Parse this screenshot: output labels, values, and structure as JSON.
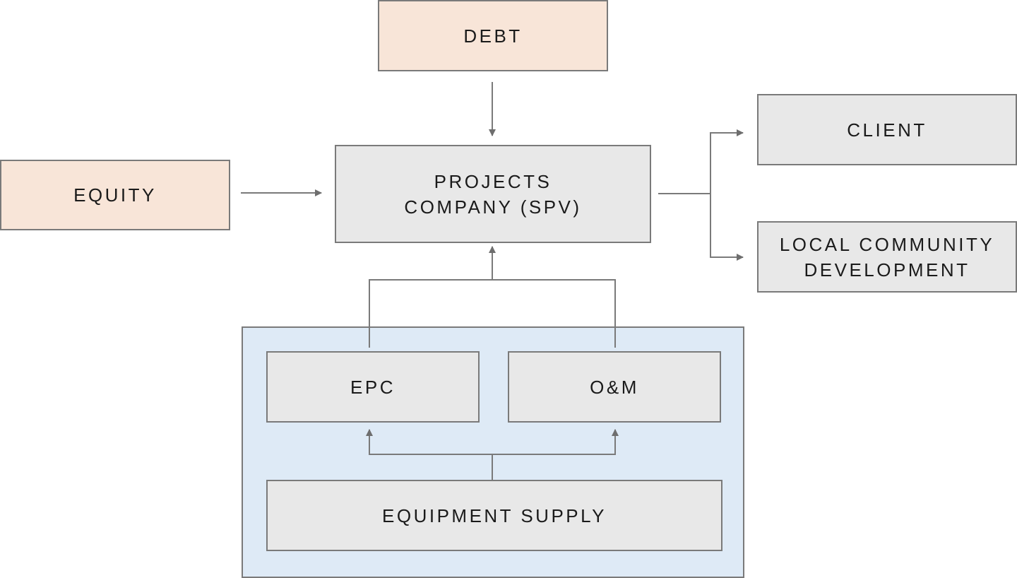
{
  "diagram": {
    "nodes": {
      "debt": {
        "label": "DEBT"
      },
      "equity": {
        "label": "EQUITY"
      },
      "spv": {
        "label": "PROJECTS\nCOMPANY (SPV)"
      },
      "client": {
        "label": "CLIENT"
      },
      "community": {
        "label": "LOCAL COMMUNITY\nDEVELOPMENT"
      },
      "epc": {
        "label": "EPC"
      },
      "om": {
        "label": "O&M"
      },
      "equipment": {
        "label": "EQUIPMENT SUPPLY"
      }
    },
    "edges": [
      {
        "from": "debt",
        "to": "spv"
      },
      {
        "from": "equity",
        "to": "spv"
      },
      {
        "from": "spv",
        "to": "client"
      },
      {
        "from": "spv",
        "to": "community"
      },
      {
        "from": "epc",
        "to": "spv"
      },
      {
        "from": "om",
        "to": "spv"
      },
      {
        "from": "equipment",
        "to": "epc"
      },
      {
        "from": "equipment",
        "to": "om"
      }
    ],
    "colors": {
      "funding": "#f8e5d8",
      "entity": "#e8e8e8",
      "contractor_group": "#deeaf6",
      "stroke": "#7a7a7a"
    }
  }
}
